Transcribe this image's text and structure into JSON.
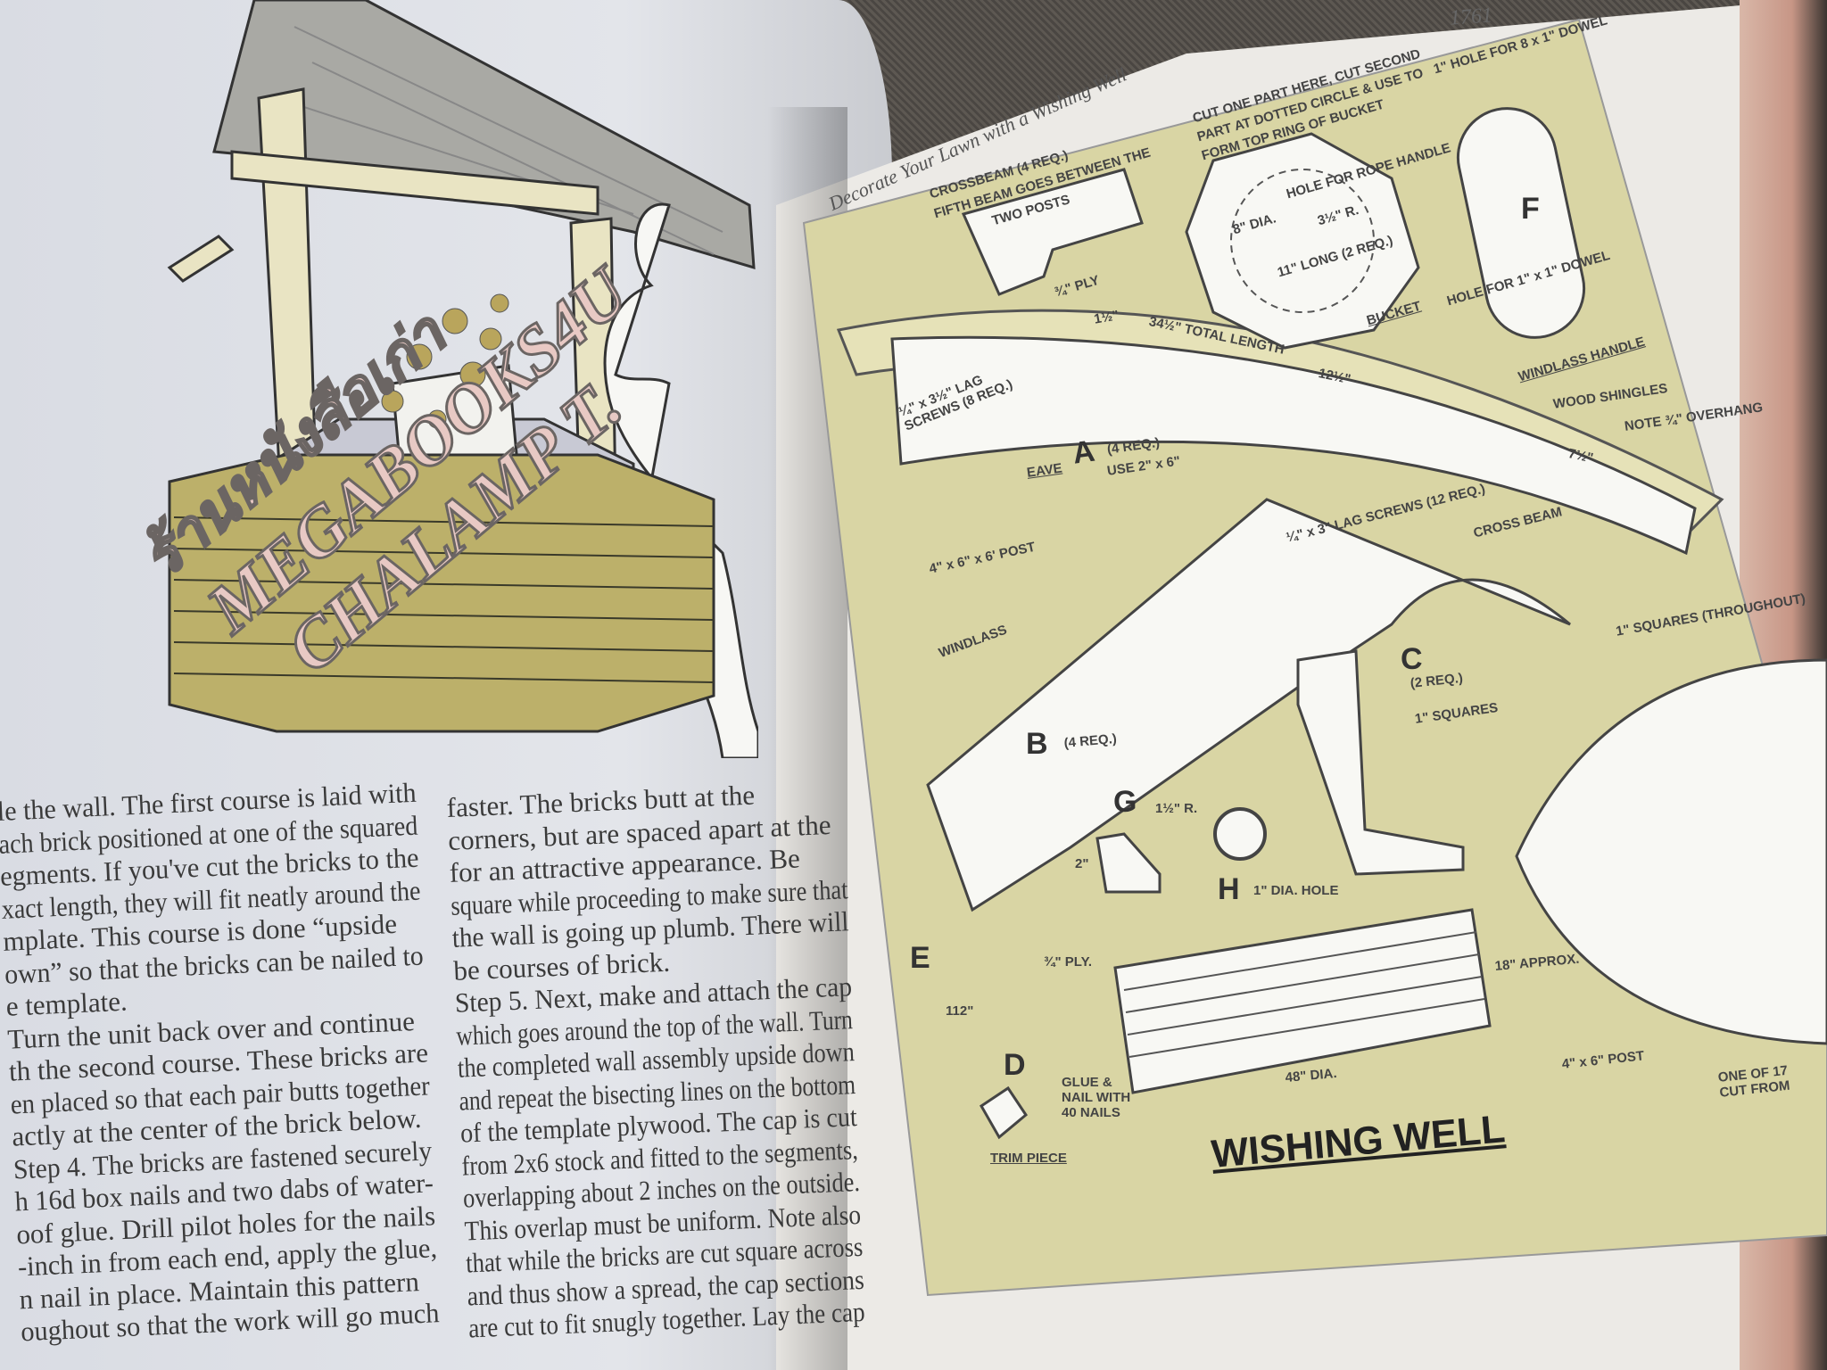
{
  "book": {
    "running_head": "Decorate Your Lawn with a Wishing Well",
    "page_number": "1761"
  },
  "left_column": [
    "le the wall. The first course is laid with",
    "ach brick positioned at one of the squared",
    "egments. If you've cut the bricks to the",
    "xact length, they will fit neatly around the",
    "mplate. This course is done “upside",
    "own” so that the bricks can be nailed to",
    "e template.",
    "  Turn the unit back over and continue",
    "th the second course. These bricks are",
    "en placed so that each pair butts together",
    "actly at the center of the brick below.",
    "Step 4. The bricks are fastened securely",
    "h 16d box nails and two dabs of water-",
    "oof glue. Drill pilot holes for the nails",
    "-inch in from each end, apply the glue,",
    "n nail in place. Maintain this pattern",
    "oughout so that the work will go much"
  ],
  "right_column": [
    "faster. The bricks butt at the",
    "corners, but are spaced apart at the",
    "for an attractive appearance. Be",
    "square while proceeding to make sure that",
    "the wall is going up plumb. There will",
    "be courses of brick.",
    "   Step 5. Next, make and attach the cap",
    "which goes around the top of the wall. Turn",
    "the completed wall assembly upside down",
    "and repeat the bisecting lines on the bottom",
    "of the template plywood. The cap is cut",
    "from 2x6 stock and fitted to the segments,",
    "overlapping about 2 inches on the outside.",
    "This overlap must be uniform. Note also",
    "that while the bricks are cut square across",
    "and thus show a spread, the cap sections",
    "are cut to fit snugly together. Lay the cap"
  ],
  "diagram": {
    "title": "WISHING WELL",
    "labels": [
      "CROSSBEAM (4 REQ.)",
      "FIFTH BEAM GOES BETWEEN THE",
      "TWO POSTS",
      "CUT ONE PART HERE, CUT SECOND",
      "PART AT DOTTED CIRCLE & USE TO",
      "FORM TOP RING OF BUCKET",
      "HOLE FOR ROPE HANDLE",
      "8\" DIA.",
      "3½\" R.",
      "11\" LONG (2 REQ.)",
      "BUCKET",
      "1\" HOLE FOR 8 x 1\" DOWEL",
      "F",
      "HOLE FOR 1\" x 1\" DOWEL",
      "WINDLASS HANDLE",
      "¾\" PLY",
      "1½\"",
      "34½\" TOTAL LENGTH",
      "12½\"",
      "¼\" x 3½\" LAG SCREWS (8 REQ.)",
      "EAVE",
      "A",
      "(4 REQ.)",
      "USE 2\" x 6\"",
      "WOOD SHINGLES",
      "NOTE ¾\" OVERHANG",
      "7½\"",
      "¼\" x 3\" LAG SCREWS (12 REQ.)",
      "CROSS BEAM",
      "4\" x 6\" x 6' POST",
      "WINDLASS",
      "1\" SQUARES (THROUGHOUT)",
      "C",
      "(2 REQ.)",
      "1\" SQUARES",
      "B",
      "(4 REQ.)",
      "G",
      "1½\" R.",
      "2\"",
      "H",
      "1\" DIA. HOLE",
      "¾\" PLY.",
      "E",
      "18\" APPROX.",
      "112\"",
      "D",
      "TRIM PIECE",
      "GLUE & NAIL WITH 40 NAILS",
      "48\" DIA.",
      "4\" x 6\" POST",
      "ONE OF 17 CUT FROM"
    ]
  },
  "watermark": [
    "ร้านหนังสือเก่า",
    "MEGABOOKS4U",
    "CHALAMP T."
  ],
  "colors": {
    "panel": "#d9d5a4",
    "brick": "#bcb06a",
    "page": "#e3e5ea"
  }
}
